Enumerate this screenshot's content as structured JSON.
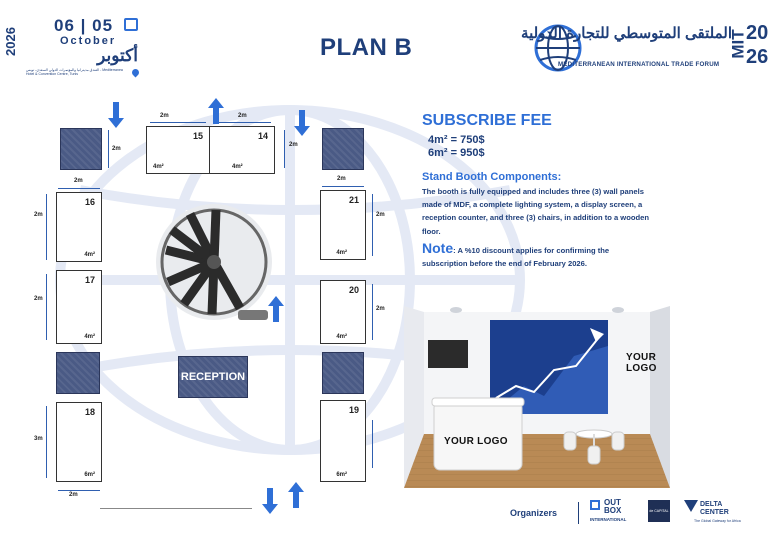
{
  "event": {
    "days": "06 | 05",
    "month_en": "October",
    "month_ar": "أكتوبر",
    "year": "2026",
    "venue": "الفندق مديترانيا والمؤتمرات الدولي السعدي، تونس - Mediterranea Hotel & Convention Centre, Tunis"
  },
  "title": "PLAN B",
  "logo": {
    "arabic_name": "الملتقى المتوسطي للتجارة الدولية",
    "english_name": "MEDITERRANEAN INTERNATIONAL TRADE FORUM",
    "mit_letters": "MIT",
    "year_top": "20",
    "year_bottom": "26"
  },
  "booths": [
    {
      "num": "15",
      "area": "4m²",
      "w": "2m"
    },
    {
      "num": "14",
      "area": "4m²",
      "w": "2m"
    },
    {
      "num": "16",
      "area": "4m²",
      "w": "2m",
      "h": "2m"
    },
    {
      "num": "17",
      "area": "4m²",
      "h": "2m"
    },
    {
      "num": "18",
      "area": "6m²",
      "h": "3m",
      "w": "2m"
    },
    {
      "num": "21",
      "area": "4m²",
      "w": "2m",
      "h": "2m"
    },
    {
      "num": "20",
      "area": "4m²",
      "h": "2m"
    },
    {
      "num": "19",
      "area": "6m²"
    }
  ],
  "dims": {
    "d2m": "2m",
    "d3m": "3m"
  },
  "reception_label": "RECEPTION",
  "fee": {
    "title": "SUBSCRIBE FEE",
    "line1": "4m² = 750$",
    "line2": "6m² = 950$"
  },
  "components": {
    "title": "Stand Booth Components:",
    "text": "The booth is fully equipped and includes three (3) wall panels made of MDF, a complete lighting system, a display screen, a reception counter, and three (3) chairs, in addition to a wooden floor."
  },
  "note": {
    "label": "Note",
    "text": ": A %10 discount applies for confirming the subscription before the end of February 2026."
  },
  "booth_image": {
    "logo_wall": "YOUR LOGO",
    "logo_counter": "YOUR LOGO"
  },
  "organizers": {
    "label": "Organizers",
    "org1_line1": "OUT",
    "org1_line2": "BOX",
    "org1_line3": "INTERNATIONAL",
    "org2": "de CAPITAL",
    "org3_line1": "DELTA",
    "org3_line2": "CENTER",
    "org3_sub": "The Global Gateway for Africa"
  },
  "colors": {
    "navy": "#1f3f7a",
    "accent_blue": "#2f6fd6",
    "dark_booth": "#4a5a85"
  }
}
